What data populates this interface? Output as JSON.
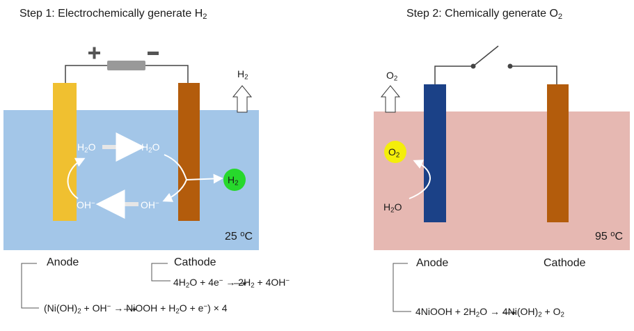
{
  "step1": {
    "title": "Step 1: Electrochemically generate H2",
    "plus": "+",
    "minus": "−",
    "gas_out": "H2",
    "cycle_top_left": "H2O",
    "cycle_top_right": "H2O",
    "cycle_bottom_left": "OH−",
    "cycle_bottom_right": "OH−",
    "bubble": "H2",
    "temperature": "25 ºC",
    "anode_label": "Anode",
    "cathode_label": "Cathode",
    "cathode_equation": "4H2O + 4e− → 2H2 + 4OH−",
    "anode_equation": "(Ni(OH)2 + OH− → NiOOH + H2O + e−) × 4"
  },
  "step2": {
    "title": "Step 2: Chemically generate O2",
    "gas_out": "O2",
    "bubble": "O2",
    "reactant": "H2O",
    "temperature": "95 ºC",
    "anode_label": "Anode",
    "cathode_label": "Cathode",
    "equation": "4NiOOH + 2H2O → 4Ni(OH)2 + O2"
  },
  "colors": {
    "electrolyte_step1": "#a3c6e8",
    "electrolyte_step2": "#e6b8b2",
    "nickel_electrode_reduced": "#f0c030",
    "cathode_electrode": "#b35c0c",
    "nickel_electrode_oxidized": "#1b4187",
    "h2_bubble": "#27d82c",
    "o2_bubble": "#f4ee0a",
    "resistor": "#999999"
  }
}
